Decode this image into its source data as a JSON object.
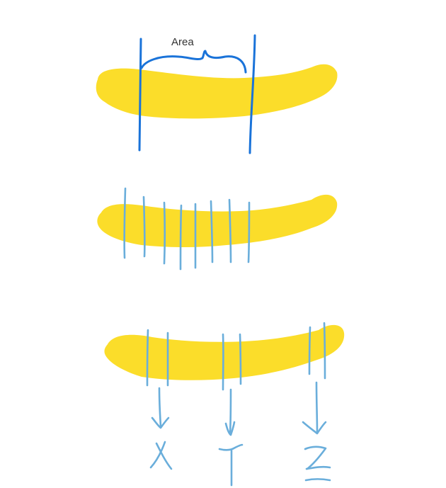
{
  "top_label": "Area",
  "colors": {
    "banana": "#fbdd2a",
    "strong_line": "#1a73d9",
    "light_line": "#6aaedb",
    "label_text": "#333333",
    "background": "#ffffff"
  },
  "bottom_letters": [
    "X",
    "Y",
    "Z"
  ]
}
